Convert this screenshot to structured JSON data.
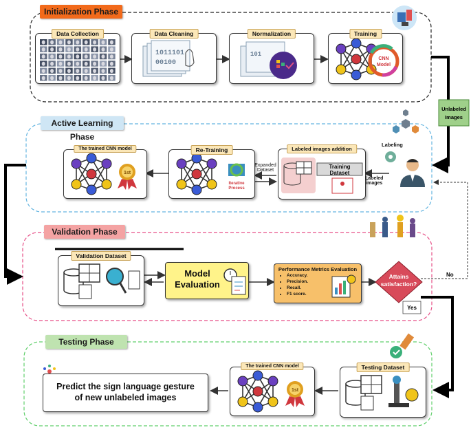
{
  "phases": {
    "initialization": "Initialization Phase",
    "active_learning": "Active Learning Phase",
    "validation": "Validation  Phase",
    "testing": "Testing Phase"
  },
  "initialization": {
    "data_collection": "Data Collection",
    "data_cleaning": "Data Cleaning",
    "normalization": "Normalization",
    "training": "Training",
    "cnn_model_line1": "CNN",
    "cnn_model_line2": "Model",
    "binary_line1": "1011101",
    "binary_line2": "00100"
  },
  "active": {
    "trained_model": "The trained CNN model",
    "retraining": "Re-Training",
    "iterative_line1": "Iterative",
    "iterative_line2": "Process",
    "labeled_addition": "Labeled  images addition",
    "training_dataset": "Training  Dataset",
    "expanded_line1": "Expanded",
    "expanded_line2": "Dataset",
    "labeling": "Labeling",
    "labeled_images_line1": "Labeled",
    "labeled_images_line2": "images",
    "unlabeled_line1": "Unlabeled",
    "unlabeled_line2": "Images",
    "medal": "1st"
  },
  "validation": {
    "dataset": "Validation Dataset",
    "model_eval_line1": "Model",
    "model_eval_line2": "Evaluation",
    "metrics_title": "Performance Metrics Evaluation",
    "metrics": [
      "Accuracy.",
      "Precision.",
      "Recall.",
      "F1 score."
    ],
    "decision_line1": "Attains",
    "decision_line2": "satisfaction?",
    "yes": "Yes",
    "no": "No"
  },
  "testing": {
    "dataset": "Testing Dataset",
    "trained_model": "The trained CNN model",
    "predict_line1": "Predict the sign language gesture",
    "predict_line2": "of new unlabeled images",
    "medal": "1st"
  },
  "colors": {
    "init_label": "#f26a1b",
    "active_label": "#cfe6f5",
    "validation_label": "#f4a3a3",
    "testing_label": "#bfe3b0",
    "active_border": "#63b4e0",
    "validation_border": "#e64e86",
    "testing_border": "#5fcf6a",
    "node_purple": "#6a40c0",
    "node_blue": "#3a5bd6",
    "node_red": "#d0373d",
    "node_yellow": "#f0c419",
    "model_eval_fill": "#fff38a",
    "metrics_fill": "#f7c06a",
    "decision_fill": "#d84a5a",
    "unlabeled_fill": "#9fd08a"
  }
}
